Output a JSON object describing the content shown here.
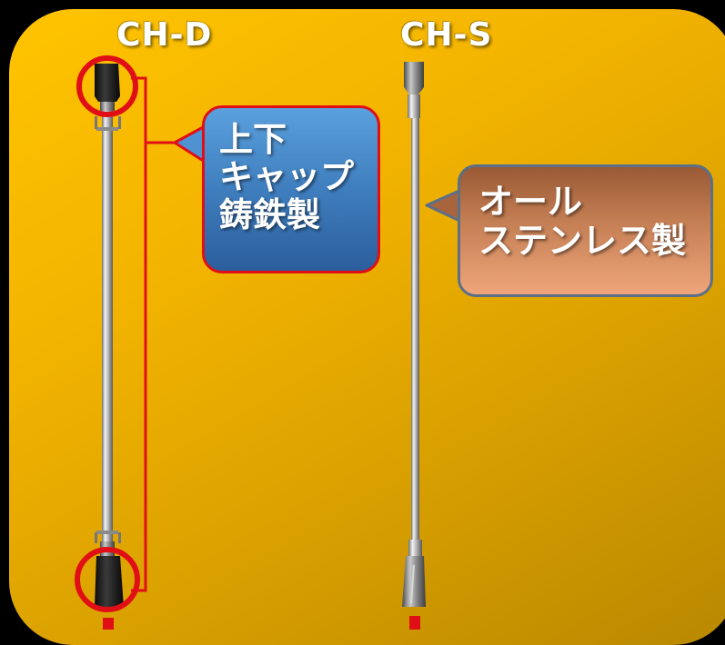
{
  "labels": {
    "left_model": "CH-D",
    "right_model": "CH-S"
  },
  "callouts": {
    "cast_iron": {
      "lines": [
        "上下",
        "キャップ",
        "鋳鉄製"
      ]
    },
    "stainless": {
      "lines": [
        "オール",
        "ステンレス製"
      ]
    }
  },
  "colors": {
    "background": "#f5b800",
    "highlight_red": "#e00f16",
    "callout_blue": "#3f7ebe",
    "callout_brown": "#c68055",
    "text_white": "#ffffff"
  }
}
